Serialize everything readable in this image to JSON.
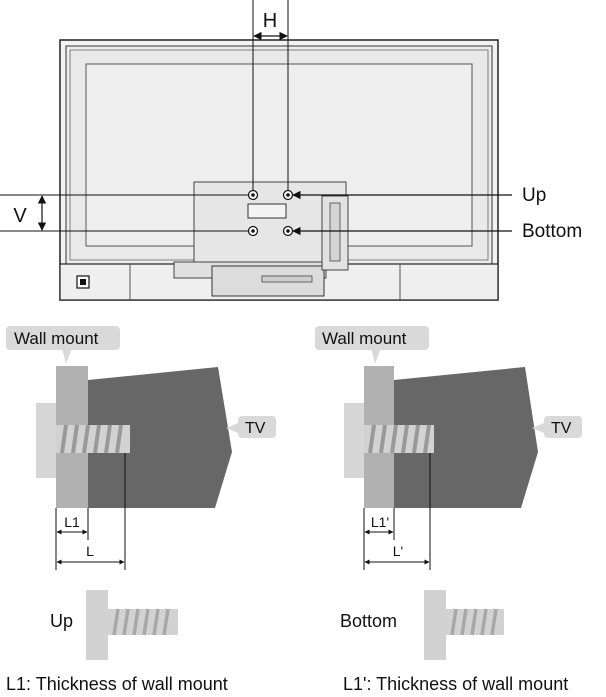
{
  "top_diagram": {
    "h_label": "H",
    "v_label": "V",
    "up_label": "Up",
    "bottom_label": "Bottom"
  },
  "left_detail": {
    "wall_mount_label": "Wall mount",
    "tv_label": "TV",
    "thickness_label": "L1",
    "length_label": "L"
  },
  "right_detail": {
    "wall_mount_label": "Wall mount",
    "tv_label": "TV",
    "thickness_label": "L1'",
    "length_label": "L'"
  },
  "screws": {
    "up_label": "Up",
    "bottom_label": "Bottom"
  },
  "captions": {
    "left": "L1: Thickness of wall mount",
    "right": "L1': Thickness of wall mount"
  },
  "colors": {
    "tv_body": "#676767",
    "wall_mount": "#b1b1b1",
    "bracket": "#d6d6d6",
    "label_box": "#d9d9d9",
    "screw": "#d2d2d2"
  }
}
